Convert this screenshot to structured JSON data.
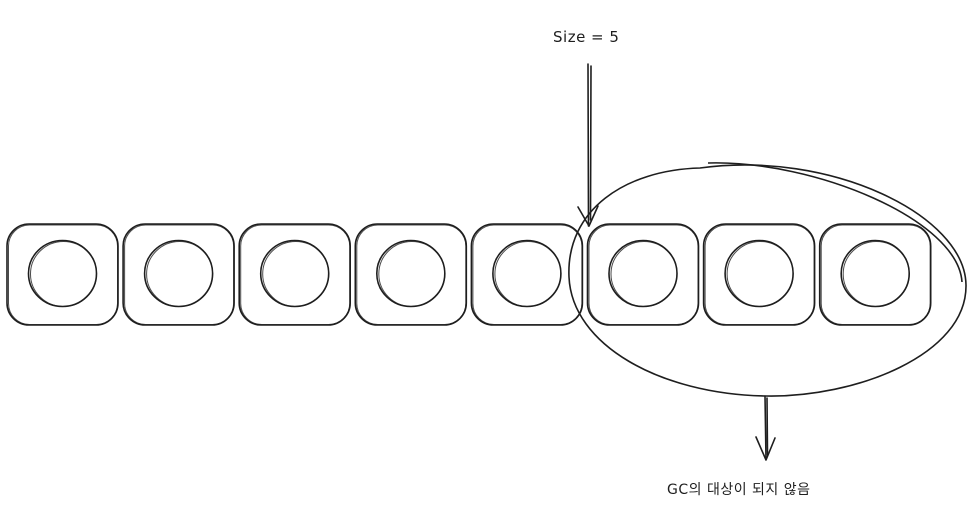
{
  "diagram": {
    "pointer_label": "Size = 5",
    "annotation_label": "GC의 대상이 되지 않음",
    "array": {
      "slot_count": 8,
      "size": 5
    },
    "stroke_color": "#1e1e1e",
    "background_color": "#ffffff"
  }
}
